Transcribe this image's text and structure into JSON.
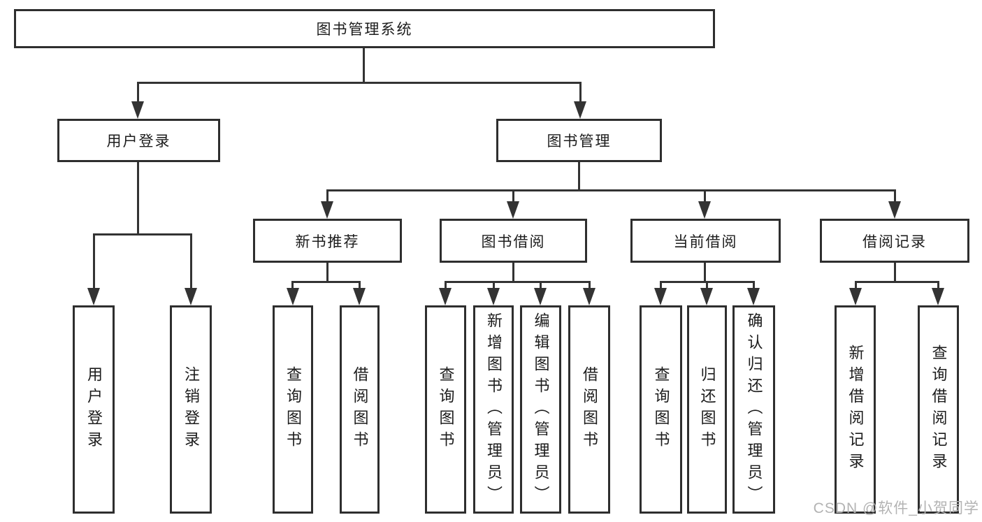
{
  "colors": {
    "line": "#333333",
    "box_border": "#2e2e2e",
    "text": "#1c1c1c",
    "background": "#ffffff",
    "watermark": "#b3b3b3"
  },
  "watermark": {
    "text": "CSDN @软件_小贺同学"
  },
  "tree": {
    "root": {
      "label": "图书管理系统",
      "children": [
        {
          "label": "用户登录",
          "children": [
            {
              "label": "用户登录"
            },
            {
              "label": "注销登录"
            }
          ]
        },
        {
          "label": "图书管理",
          "children": [
            {
              "label": "新书推荐",
              "children": [
                {
                  "label": "查询图书"
                },
                {
                  "label": "借阅图书"
                }
              ]
            },
            {
              "label": "图书借阅",
              "children": [
                {
                  "label": "查询图书"
                },
                {
                  "label": "新增图书（管理员）"
                },
                {
                  "label": "编辑图书（管理员）"
                },
                {
                  "label": "借阅图书"
                }
              ]
            },
            {
              "label": "当前借阅",
              "children": [
                {
                  "label": "查询图书"
                },
                {
                  "label": "归还图书"
                },
                {
                  "label": "确认归还（管理员）"
                }
              ]
            },
            {
              "label": "借阅记录",
              "children": [
                {
                  "label": "新增借阅记录"
                },
                {
                  "label": "查询借阅记录"
                }
              ]
            }
          ]
        }
      ]
    }
  }
}
